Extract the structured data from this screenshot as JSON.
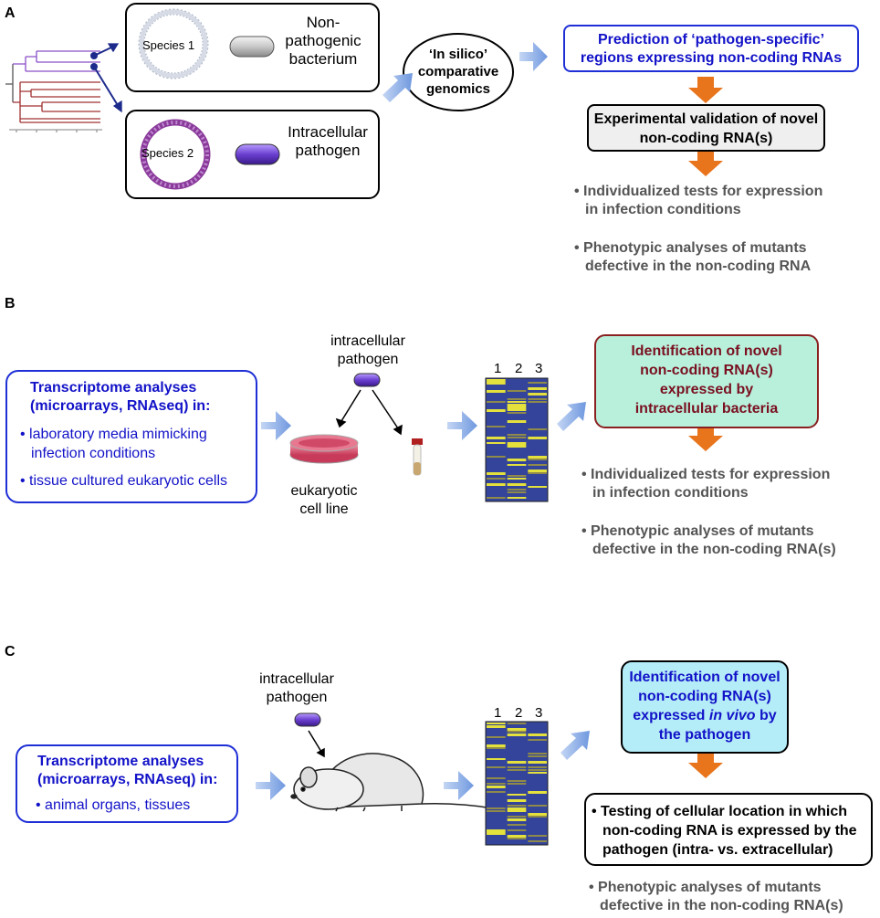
{
  "panel_a": {
    "letter": "A",
    "species1_label": "Species 1",
    "species1_desc_line1": "Non-pathogenic",
    "species1_desc_line2": "bacterium",
    "species2_label": "Species 2",
    "species2_desc_line1": "Intracellular",
    "species2_desc_line2": "pathogen",
    "insilico_line1": "‘In silico’",
    "insilico_line2": "comparative",
    "insilico_line3": "genomics",
    "prediction_line1": "Prediction of ‘pathogen-specific’",
    "prediction_line2": "regions expressing non-coding RNAs",
    "validation_line1": "Experimental validation of novel",
    "validation_line2": "non-coding RNA(s)",
    "bullet1_line1": "Individualized tests for expression",
    "bullet1_line2": "in infection conditions",
    "bullet2_line1": "Phenotypic analyses of mutants",
    "bullet2_line2": "defective in the non-coding RNA"
  },
  "panel_b": {
    "letter": "B",
    "transcriptome_line1": "Transcriptome analyses",
    "transcriptome_line2": "(microarrays, RNAseq) in:",
    "item1_line1": "laboratory media mimicking",
    "item1_line2": "infection conditions",
    "item2": "tissue cultured eukaryotic cells",
    "pathogen_line1": "intracellular",
    "pathogen_line2": "pathogen",
    "cellline_line1": "eukaryotic",
    "cellline_line2": "cell line",
    "lanes": [
      "1",
      "2",
      "3"
    ],
    "ident_line1": "Identification of novel",
    "ident_line2": "non-coding RNA(s)",
    "ident_line3": "expressed by",
    "ident_line4": "intracellular bacteria",
    "bullet1_line1": "Individualized tests for expression",
    "bullet1_line2": "in infection conditions",
    "bullet2_line1": "Phenotypic analyses of mutants",
    "bullet2_line2": "defective in the non-coding RNA(s)"
  },
  "panel_c": {
    "letter": "C",
    "transcriptome_line1": "Transcriptome analyses",
    "transcriptome_line2": "(microarrays, RNAseq) in:",
    "item1": "animal organs, tissues",
    "pathogen_line1": "intracellular",
    "pathogen_line2": "pathogen",
    "lanes": [
      "1",
      "2",
      "3"
    ],
    "ident_line1": "Identification of novel",
    "ident_line2": "non-coding RNA(s)",
    "ident_line3_pre": "expressed ",
    "ident_line3_em": "in vivo",
    "ident_line3_post": " by",
    "ident_line4": "the pathogen",
    "testing_line1": "Testing of cellular location in which",
    "testing_line2": "non-coding RNA is expressed by the",
    "testing_line3": "pathogen (intra- vs. extracellular)",
    "bullet1_line1": "Phenotypic analyses of mutants",
    "bullet1_line2": "defective in the non-coding RNA(s)"
  },
  "colors": {
    "blue_text": "#1212c8",
    "maroon_text": "#7a1020",
    "arrow_blue": "#8fb0e6",
    "arrow_orange": "#e8741c",
    "mint_fill": "#b8f0dc",
    "cyan_fill": "#b4ecf8",
    "grey_fill": "#efefef",
    "heatmap_blue": "#33449a",
    "heatmap_yellow": "#e4e03c",
    "pathogen_purple": "#6a3fd0"
  },
  "icons": [
    "phylogenetic-tree-icon",
    "chromosome-ring-icon",
    "bacterium-icon",
    "petri-dish-icon",
    "culture-tube-icon",
    "microarray-heatmap-icon",
    "mouse-icon"
  ]
}
